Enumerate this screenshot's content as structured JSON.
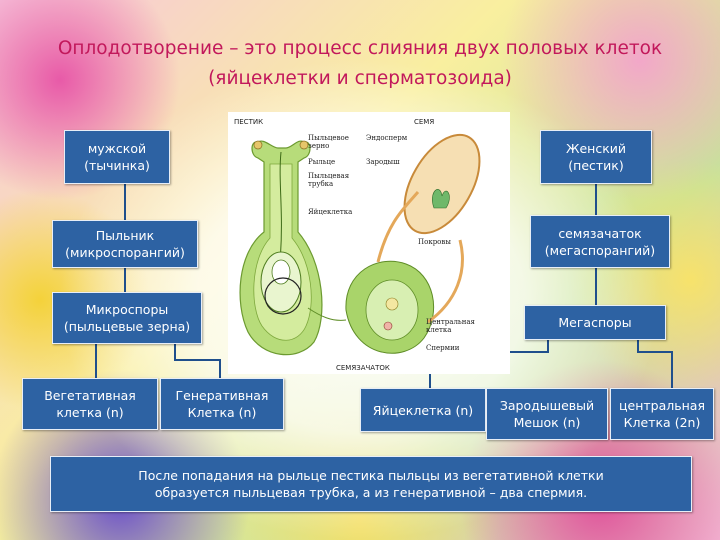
{
  "title": {
    "line1": "Оплодотворение – это процесс слияния двух половых клеток",
    "line2": "(яйцеклетки и сперматозоида)"
  },
  "male": {
    "root": {
      "l1": "мужской",
      "l2": "(тычинка)"
    },
    "anther": {
      "l1": "Пыльник",
      "l2": "(микроспорангий)"
    },
    "microspores": {
      "l1": "Микроспоры",
      "l2": "(пыльцевые зерна)"
    },
    "vegetative": {
      "l1": "Вегетативная",
      "l2": "клетка (n)"
    },
    "generative": {
      "l1": "Генеративная",
      "l2": "Клетка (n)"
    }
  },
  "female": {
    "root": {
      "l1": "Женский",
      "l2": "(пестик)"
    },
    "ovule": {
      "l1": "семязачаток",
      "l2": "(мегаспорангий)"
    },
    "megaspores": {
      "l1": "Мегаспоры"
    },
    "egg": {
      "l1": "Яйцеклетка (n)"
    },
    "embryo_sac": {
      "l1": "Зародышевый",
      "l2": "Мешок (n)"
    },
    "central": {
      "l1": "центральная",
      "l2": "Клетка (2n)"
    }
  },
  "bottom_note": {
    "l1": "После попадания на рыльце пестика пыльцы из вегетативной клетки",
    "l2": "образуется пыльцевая трубка,  а из генеративной – два спермия."
  },
  "diagram_labels": {
    "pistil": "ПЕСТИК",
    "seed": "СЕМЯ",
    "pollen_grain_1": "Пыльцевое",
    "pollen_grain_2": "зерно",
    "stigma": "Рыльце",
    "pollen_tube_1": "Пыльцевая",
    "pollen_tube_2": "трубка",
    "egg_cell": "Яйцеклетка",
    "endosperm": "Эндосперм",
    "embryo": "Зародыш",
    "integuments": "Покровы",
    "central_cell_1": "Центральная",
    "central_cell_2": "клетка",
    "sperms": "Спермии",
    "ovule_caption": "СЕМЯЗАЧАТОК"
  },
  "colors": {
    "title": "#c2185b",
    "box_fill": "#2d62a3",
    "connector": "#1f4f8c",
    "pistil_green": "#9ccf5a",
    "seed_tan": "#e9b978"
  }
}
